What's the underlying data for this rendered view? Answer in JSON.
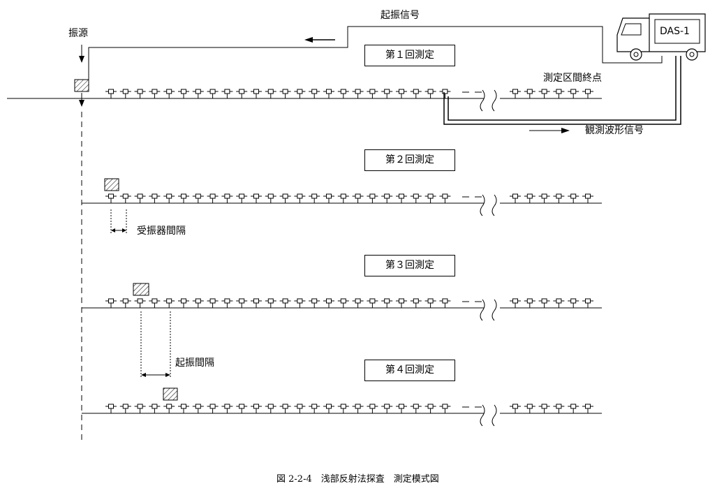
{
  "diagram": {
    "source_label": "振源",
    "trigger_signal_label": "起振信号",
    "das_label": "DAS-1",
    "end_point_label": "測定区間終点",
    "observed_signal_label": "観測波形信号",
    "receiver_spacing_label": "受振器間隔",
    "shot_spacing_label": "起振間隔",
    "measurements": [
      {
        "label": "第１回測定"
      },
      {
        "label": "第２回測定"
      },
      {
        "label": "第３回測定"
      },
      {
        "label": "第４回測定"
      }
    ],
    "caption": "図 2-2-4　浅部反射法探査　測定模式図"
  }
}
